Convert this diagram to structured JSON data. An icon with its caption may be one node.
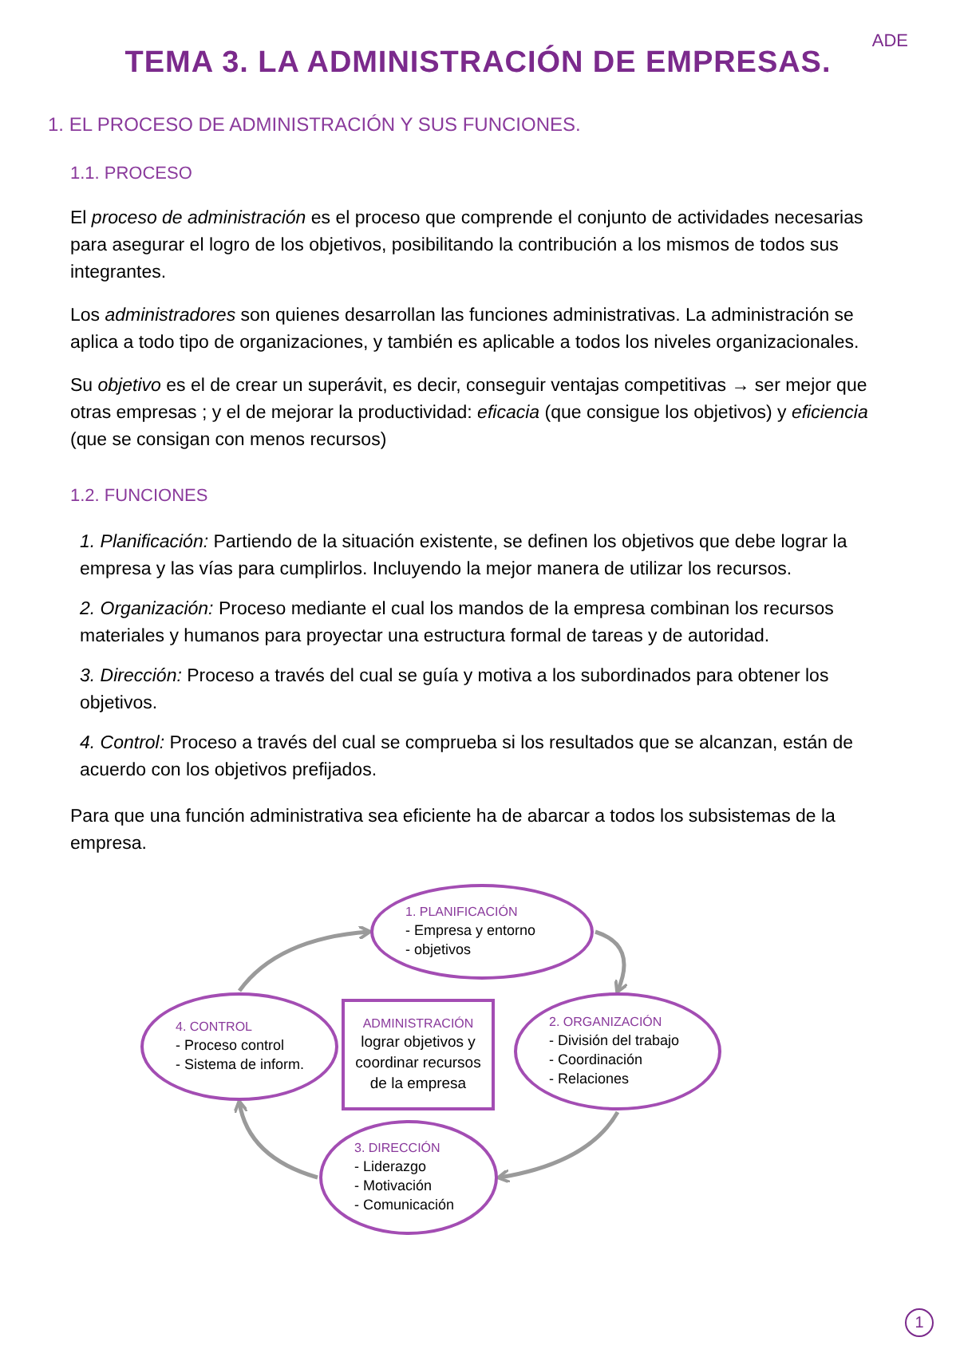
{
  "diagram": {
    "title": "TEMA 3. LA ADMINISTRACIÓN DE EMPRESAS.",
    "nodes": [
      {
        "text": [
          "1. PLANIFICACIÓN",
          "- Empresa y entorno",
          "- objetivos"
        ]
      },
      {
        "text": [
          "2. ORGANIZACIÓN",
          "- División del trabajo",
          "- Coordinación",
          "- Relaciones"
        ]
      },
      {
        "text": [
          "3. DIRECCIÓN",
          "- Liderazgo",
          "- Motivación",
          "- Comunicación"
        ]
      },
      {
        "text": [
          "4. CONTROL",
          "- Proceso control",
          "- Sistema de inform."
        ]
      },
      {
        "text": [
          "ADMINISTRACIÓN",
          "lograr objetivos y coordinar recursos de la empresa"
        ]
      }
    ],
    "edges": [
      {
        "from": 0,
        "to": 1,
        "arrow": "to"
      },
      {
        "from": 1,
        "to": 2,
        "arrow": "to"
      },
      {
        "from": 2,
        "to": 3,
        "arrow": "to"
      },
      {
        "from": 3,
        "to": 0,
        "arrow": "to"
      }
    ],
    "labels": [
      "ADE",
      "1. EL PROCESO DE ADMINISTRACIÓN Y SUS FUNCIONES.",
      "1.1. PROCESO",
      "El *proceso de administración* es el proceso que comprende el conjunto de actividades necesarias para asegurar el logro de los objetivos, posibilitando la contribución a los mismos de todos sus integrantes.",
      "Los *administradores* son quienes desarrollan las funciones administrativas. La administración se aplica a todo tipo de organizaciones, y también es aplicable a todos los niveles organizacionales.",
      "Su *objetivo* es el de crear un superávit, es decir, conseguir ventajas competitivas → ser mejor que otras empresas ; y el de mejorar la productividad: *eficacia* (que consigue los objetivos) y *eficiencia* (que se consigan con menos recursos)",
      "1.2. FUNCIONES",
      "*1. Planificación:* Partiendo de la situación existente, se definen los objetivos que debe lograr la empresa y las vías para cumplirlos. Incluyendo la mejor manera de utilizar los recursos.",
      "*2. Organización:* Proceso mediante el cual los mandos de la empresa combinan los recursos materiales y humanos para proyectar una estructura formal de tareas y de autoridad.",
      "*3. Dirección:* Proceso a través del cual se guía y motiva a los subordinados para obtener los objetivos.",
      "*4. Control:* Proceso a través del cual se comprueba si los resultados que se alcanzan, están de acuerdo con los objetivos prefijados.",
      "Para que una función administrativa sea eficiente ha de abarcar a todos los subsistemas de la empresa.",
      "1"
    ]
  }
}
